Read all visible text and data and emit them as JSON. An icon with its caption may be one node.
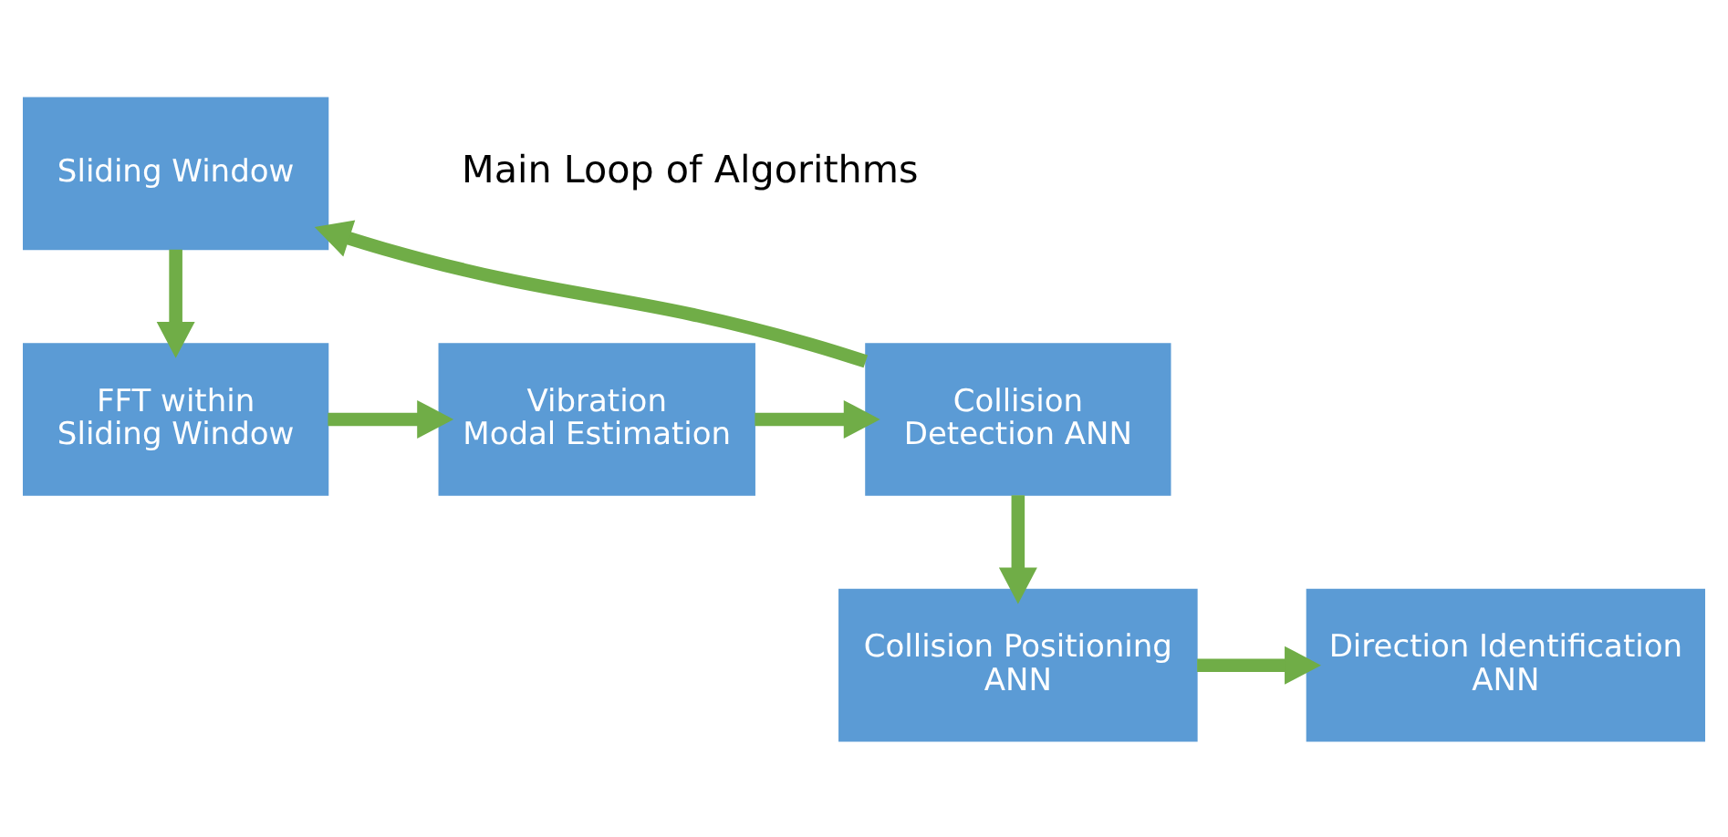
{
  "diagram": {
    "nodes": [
      {
        "text": [
          "Sliding Window"
        ]
      },
      {
        "text": [
          "FFT within Sliding Window"
        ]
      },
      {
        "text": [
          "Vibration Modal Estimation"
        ]
      },
      {
        "text": [
          "Collision Detection ANN"
        ]
      },
      {
        "text": [
          "Collision Positioning ANN"
        ]
      },
      {
        "text": [
          "Direction Identification ANN"
        ]
      }
    ],
    "edges": [
      {
        "from": 0,
        "to": 1,
        "arrow": "to"
      },
      {
        "from": 1,
        "to": 2,
        "arrow": "to"
      },
      {
        "from": 2,
        "to": 3,
        "arrow": "to"
      },
      {
        "from": 3,
        "to": 0,
        "arrow": "to"
      },
      {
        "from": 3,
        "to": 4,
        "arrow": "to"
      },
      {
        "from": 4,
        "to": 5,
        "arrow": "to"
      }
    ],
    "labels": [
      "Main Loop of Algorithms"
    ]
  }
}
